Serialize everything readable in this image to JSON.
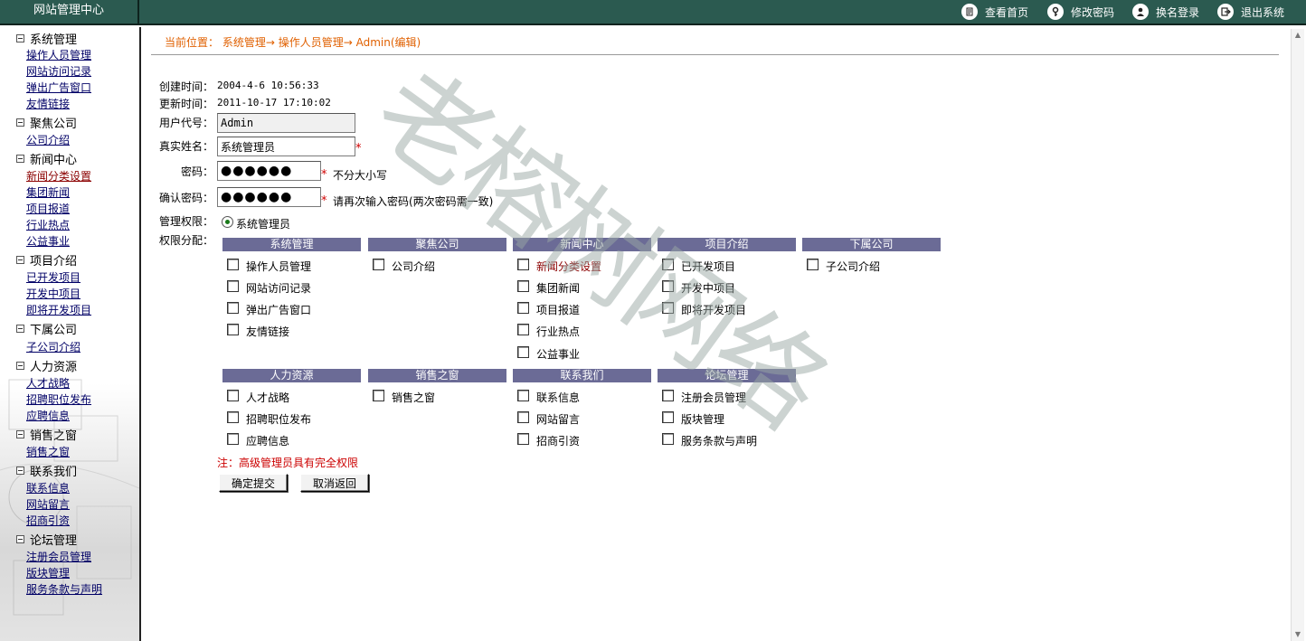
{
  "header": {
    "site_title": "网站管理中心",
    "nav": [
      {
        "label": "查看首页"
      },
      {
        "label": "修改密码"
      },
      {
        "label": "换名登录"
      },
      {
        "label": "退出系统"
      }
    ]
  },
  "sidebar": {
    "groups": [
      {
        "title": "系统管理",
        "items": [
          "操作人员管理",
          "网站访问记录",
          "弹出广告窗口",
          "友情链接"
        ]
      },
      {
        "title": "聚焦公司",
        "items": [
          "公司介绍"
        ]
      },
      {
        "title": "新闻中心",
        "items": [
          "新闻分类设置",
          "集团新闻",
          "项目报道",
          "行业热点",
          "公益事业"
        ]
      },
      {
        "title": "项目介绍",
        "items": [
          "已开发项目",
          "开发中项目",
          "即将开发项目"
        ]
      },
      {
        "title": "下属公司",
        "items": [
          "子公司介绍"
        ]
      },
      {
        "title": "人力资源",
        "items": [
          "人才战略",
          "招聘职位发布",
          "应聘信息"
        ]
      },
      {
        "title": "销售之窗",
        "items": [
          "销售之窗"
        ]
      },
      {
        "title": "联系我们",
        "items": [
          "联系信息",
          "网站留言",
          "招商引资"
        ]
      },
      {
        "title": "论坛管理",
        "items": [
          "注册会员管理",
          "版块管理",
          "服务条款与声明"
        ]
      }
    ]
  },
  "breadcrumb": {
    "prefix": "当前位置：",
    "parts": [
      "系统管理→",
      "操作人员管理→",
      "Admin(编辑)"
    ]
  },
  "form": {
    "created_label": "创建时间：",
    "created_value": "2004-4-6 10:56:33",
    "updated_label": "更新时间：",
    "updated_value": "2011-10-17 17:10:02",
    "usercode_label": "用户代号：",
    "usercode_value": "Admin",
    "realname_label": "真实姓名：",
    "realname_value": "系统管理员",
    "password_label": "密码：",
    "password_value": "●●●●●●",
    "password_hint": "不分大小写",
    "confirm_label": "确认密码：",
    "confirm_value": "●●●●●●",
    "confirm_hint": "请再次输入密码(两次密码需一致)",
    "role_label": "管理权限：",
    "role_option": "系统管理员",
    "perm_label": "权限分配：",
    "required_mark": "*"
  },
  "permissions": {
    "row1": [
      {
        "title": "系统管理",
        "items": [
          "操作人员管理",
          "网站访问记录",
          "弹出广告窗口",
          "友情链接"
        ]
      },
      {
        "title": "聚焦公司",
        "items": [
          "公司介绍"
        ]
      },
      {
        "title": "新闻中心",
        "items": [
          "新闻分类设置",
          "集团新闻",
          "项目报道",
          "行业热点",
          "公益事业"
        ]
      },
      {
        "title": "项目介绍",
        "items": [
          "已开发项目",
          "开发中项目",
          "即将开发项目"
        ]
      },
      {
        "title": "下属公司",
        "items": [
          "子公司介绍"
        ]
      }
    ],
    "row2": [
      {
        "title": "人力资源",
        "items": [
          "人才战略",
          "招聘职位发布",
          "应聘信息"
        ]
      },
      {
        "title": "销售之窗",
        "items": [
          "销售之窗"
        ]
      },
      {
        "title": "联系我们",
        "items": [
          "联系信息",
          "网站留言",
          "招商引资"
        ]
      },
      {
        "title": "论坛管理",
        "items": [
          "注册会员管理",
          "版块管理",
          "服务条款与声明"
        ]
      }
    ]
  },
  "note": "注：高级管理员具有完全权限",
  "buttons": {
    "submit": "确定提交",
    "cancel": "取消返回"
  },
  "watermark": "老榕树网络",
  "colors": {
    "topbar": "#2b5a50",
    "perm_header": "#6b6b96",
    "breadcrumb": "#e06000",
    "note": "#cc0000",
    "sidebar_link": "#000066",
    "active_link": "#8b0000"
  }
}
